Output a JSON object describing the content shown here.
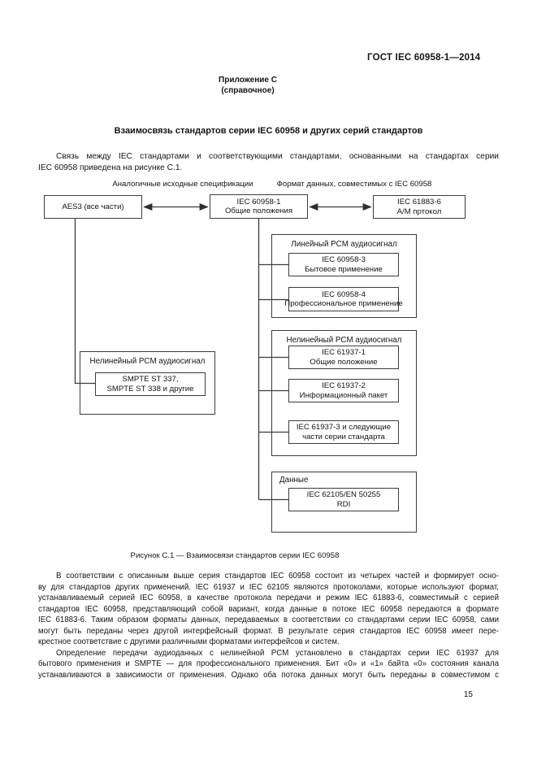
{
  "page": {
    "doc_code": "ГОСТ IEC 60958-1—2014",
    "annex_label": "Приложение С",
    "annex_note": "(справочное)",
    "title": "Взаимосвязь стандартов серии IEC 60958 и других серий стандартов",
    "page_number": "15"
  },
  "intro": {
    "lines": [
      "Связь между IEC стандартами и соответствующими стандартами, основанными на стандартах серии",
      "IEC 60958 приведена на рисунке С.1."
    ]
  },
  "figure": {
    "label_left": "Аналогичные исходные спецификации",
    "label_right": "Формат данных, совместимых с IEC 60958",
    "caption": "Рисунок  С.1 — Взаимосвязи стандартов серии IEC 60958",
    "nodes": {
      "aes3": "AES3 (все части)",
      "iec60958_1": "IEC 60958-1\nОбщие положения",
      "iec61883_6": "IEC 61883-6\nА/М пртокол",
      "group_linear": "Линейный PCM аудиосигнал",
      "iec60958_3": "IEC 60958-3\nБытовое применение",
      "iec60958_4": "IEC 60958-4\nПрофессиональное применение",
      "group_nonlinear": "Нелинейный PCM аудиосигнал",
      "iec61937_1": "IEC 61937-1\nОбщие положение",
      "iec61937_2": "IEC 61937-2\nИнформационный пакет",
      "iec61937_3": "IEC 61937-3 и следующие\nчасти серии стандарта",
      "group_data": "Данные",
      "iec62105": "IEC 62105/EN 50255\nRDI",
      "group_smpte": "Нелинейный PCM аудиосигнал",
      "smpte": "SMPTE ST 337,\nSMPTE ST 338 и другие"
    }
  },
  "body": {
    "para1_lines": [
      "В соответствии с описанным выше серия стандартов IEC 60958 состоит из четырех частей и формирует осно-",
      "ву для стандартов других применений. IEC 61937 и IEC 62105 являются протоколами, которые используют формат,",
      "устанавливаемый серией IEC 60958, в качестве протокола передачи и режим IEC 61883-6, совместимый с серией",
      "стандартов IEC 60958, представляющий собой вариант, когда данные в потоке IEC 60958 передаются в формате",
      "IEC 61883-6. Таким образом форматы данных, передаваемых в соответствии со стандартами серии IEC 60958, сами",
      "могут быть переданы через другой интерфейсный формат. В результате серия стандартов IEC 60958 имеет пере-",
      "крестное соответствие с другими различными форматами интерфейсов и систем."
    ],
    "para2_lines": [
      "Определение передачи аудиоданных с нелинейной PCM установлено в стандартах серии IEC 61937 для",
      "бытового применения и SMPTE — для профессионального применения. Бит «0» и «1» байта «0» состояния канала",
      "устанавливаются в зависимости от применения. Однако оба потока данных могут быть переданы в совместимом с"
    ]
  }
}
